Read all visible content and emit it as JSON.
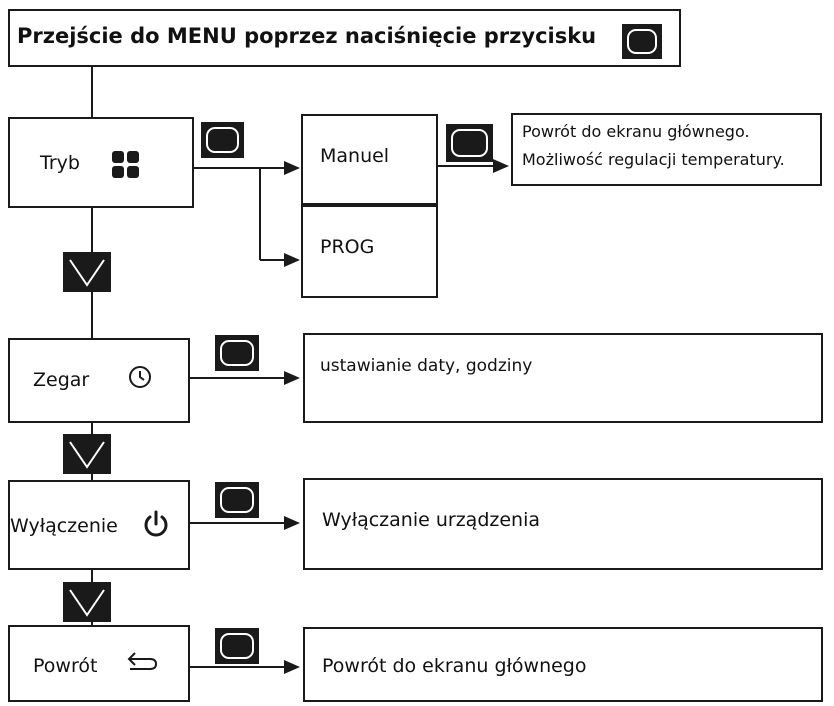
{
  "header": {
    "title": "Przejście do MENU poprzez naciśnięcie przycisku",
    "icon": "menu-button-icon"
  },
  "steps": [
    {
      "label": "Tryb",
      "icon": "mode-four-squares-icon",
      "results": [
        {
          "label": "Manuel",
          "detail_lines": [
            "Powrót do ekranu głównego.",
            "Możliwość regulacji temperatury."
          ]
        },
        {
          "label": "PROG"
        }
      ]
    },
    {
      "label": "Zegar",
      "icon": "clock-icon",
      "result": "ustawianie daty, godziny"
    },
    {
      "label": "Wyłączenie",
      "icon": "power-icon",
      "result": "Wyłączanie urządzenia"
    },
    {
      "label": "Powrót",
      "icon": "return-arrow-icon",
      "result": "Powrót do ekranu głównego"
    }
  ],
  "colors": {
    "stroke": "#1a1a1a",
    "background": "#ffffff"
  }
}
